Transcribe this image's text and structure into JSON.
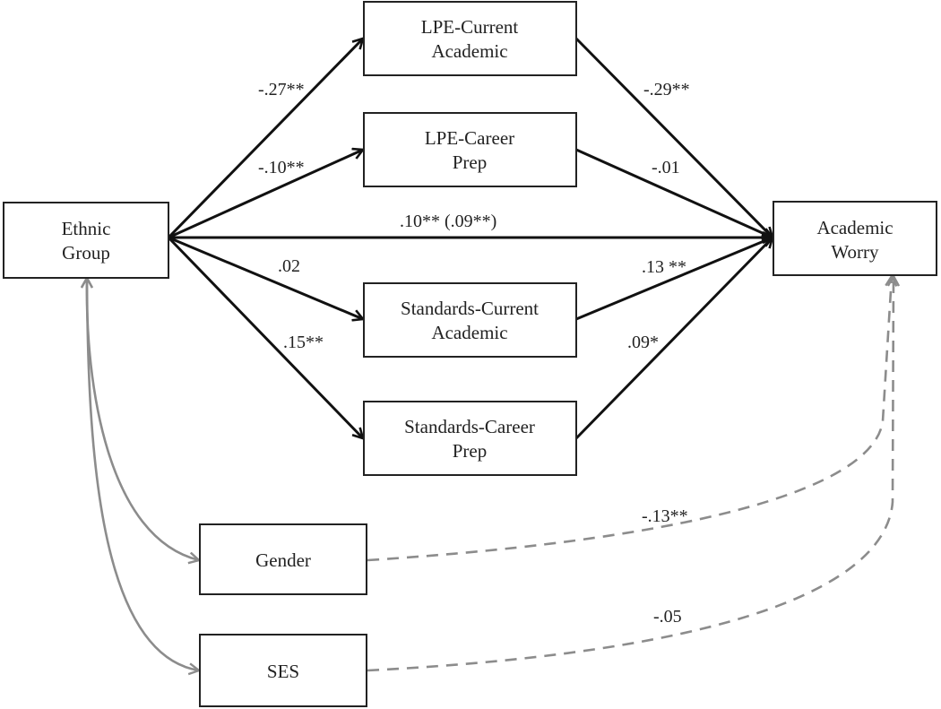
{
  "nodes": {
    "ethnic_group": {
      "lines": [
        "Ethnic",
        "Group"
      ]
    },
    "lpe_current_academic": {
      "lines": [
        "LPE-Current",
        "Academic"
      ]
    },
    "lpe_career_prep": {
      "lines": [
        "LPE-Career",
        "Prep"
      ]
    },
    "standards_current_academic": {
      "lines": [
        "Standards-Current",
        "Academic"
      ]
    },
    "standards_career_prep": {
      "lines": [
        "Standards-Career",
        "Prep"
      ]
    },
    "academic_worry": {
      "lines": [
        "Academic",
        "Worry"
      ]
    },
    "gender": {
      "lines": [
        "Gender"
      ]
    },
    "ses": {
      "lines": [
        "SES"
      ]
    }
  },
  "edges": {
    "ethnic_to_lpe_current": {
      "label": "-.27**"
    },
    "ethnic_to_lpe_career": {
      "label": "-.10**"
    },
    "ethnic_to_worry": {
      "label": ".10** (.09**)"
    },
    "ethnic_to_std_current": {
      "label": ".02"
    },
    "ethnic_to_std_career": {
      "label": ".15**"
    },
    "lpe_current_to_worry": {
      "label": "-.29**"
    },
    "lpe_career_to_worry": {
      "label": "-.01"
    },
    "std_current_to_worry": {
      "label": ".13 **"
    },
    "std_career_to_worry": {
      "label": ".09*"
    },
    "gender_to_worry": {
      "label": "-.13**"
    },
    "ses_to_worry": {
      "label": "-.05"
    }
  },
  "colors": {
    "structural_path": "#111111",
    "covariate_path": "#8c8c8c"
  }
}
